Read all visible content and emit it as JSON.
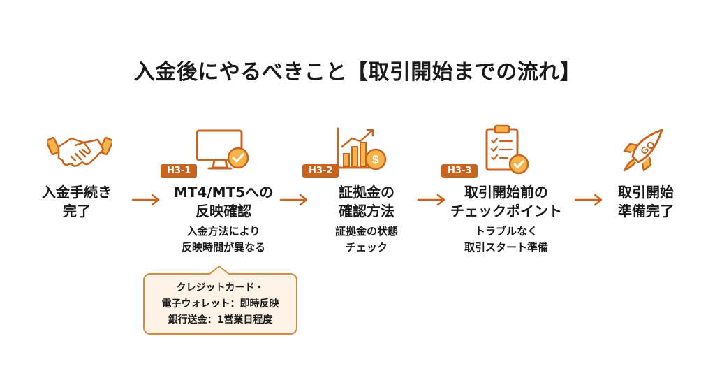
{
  "title": "入金後にやるべきこと【取引開始までの流れ】",
  "colors": {
    "accent": "#c8641e",
    "icon_fill": "#f7b44a",
    "callout_bg": "#fdf3e6"
  },
  "steps": [
    {
      "icon": "handshake-icon",
      "badge": "",
      "heading": [
        "入金手続き",
        "完了"
      ],
      "sub": []
    },
    {
      "icon": "monitor-check-icon",
      "badge": "H3-1",
      "heading": [
        "MT4/MT5への",
        "反映確認"
      ],
      "sub": [
        "入金方法により",
        "反映時間が異なる"
      ]
    },
    {
      "icon": "chart-coin-icon",
      "badge": "H3-2",
      "heading": [
        "証拠金の",
        "確認方法"
      ],
      "sub": [
        "証拠金の状態",
        "チェック"
      ]
    },
    {
      "icon": "clipboard-check-icon",
      "badge": "H3-3",
      "heading": [
        "取引開始前の",
        "チェックポイント"
      ],
      "sub": [
        "トラブルなく",
        "取引スタート準備"
      ]
    },
    {
      "icon": "rocket-icon",
      "badge": "",
      "heading": [
        "取引開始",
        "準備完了"
      ],
      "sub": []
    }
  ],
  "callout": [
    "クレジットカード・",
    "電子ウォレット：即時反映",
    "銀行送金：1営業日程度"
  ],
  "rocket_label": "GO"
}
